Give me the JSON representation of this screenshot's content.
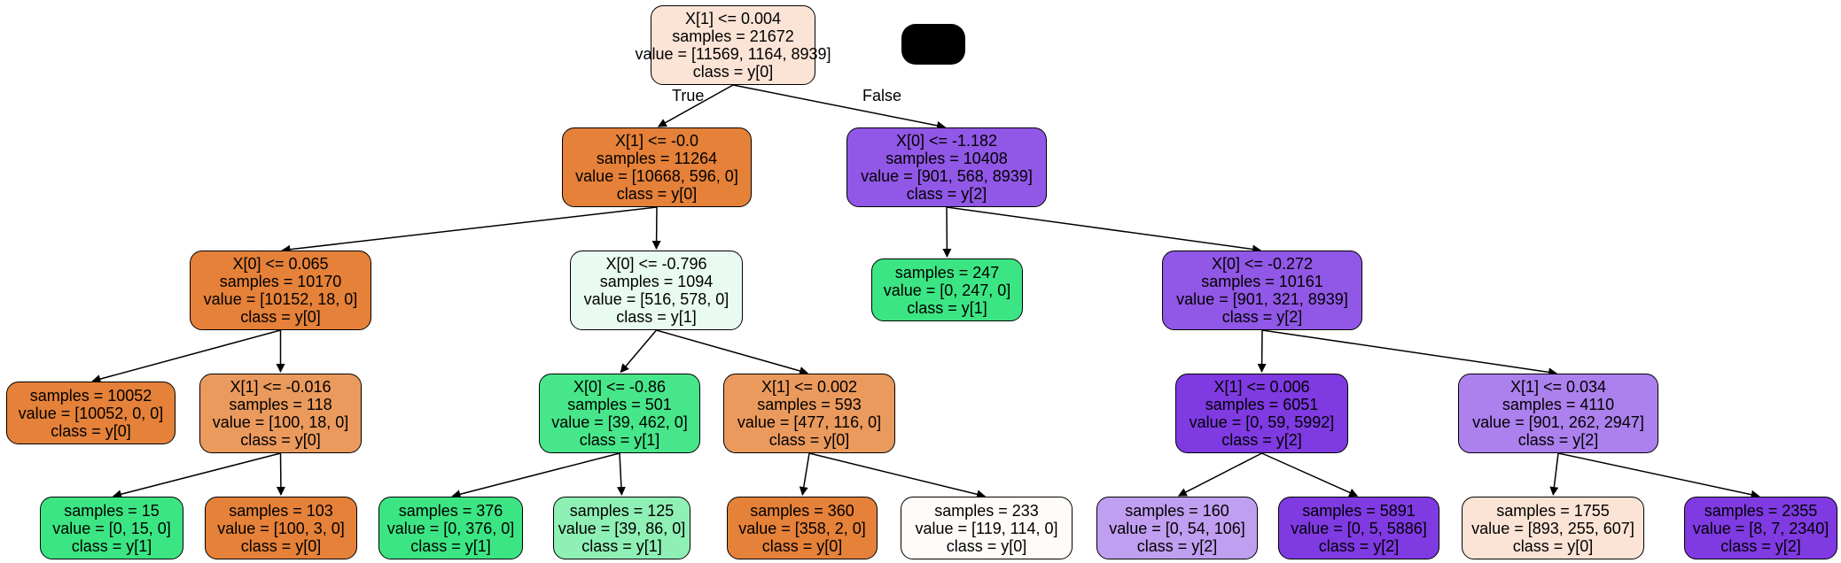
{
  "edge_labels": {
    "true_label": "True",
    "false_label": "False"
  },
  "colors": {
    "orange_strong": "#e58139",
    "orange_mid": "#eb9a5e",
    "orange_light": "#fbe4d5",
    "green_strong": "#3ce583",
    "green_mid": "#47e68a",
    "green_light": "#8ff0b5",
    "green_pale": "#e9fbf0",
    "purple_strong": "#7f3ae2",
    "purple_mid": "#9157e6",
    "purple_light": "#ac80ed",
    "purple_pale": "#c09ef0",
    "white_ish": "#fefbf9",
    "black_box": "#000000"
  },
  "nodes": [
    {
      "id": "n0",
      "lines": [
        "X[1] <= 0.004",
        "samples = 21672",
        "value = [11569, 1164, 8939]",
        "class = y[0]"
      ],
      "color": "#fbe4d5"
    },
    {
      "id": "n1",
      "lines": [
        "X[1] <= -0.0",
        "samples = 11264",
        "value = [10668, 596, 0]",
        "class = y[0]"
      ],
      "color": "#e58139"
    },
    {
      "id": "n2",
      "lines": [
        "X[0] <= -1.182",
        "samples = 10408",
        "value = [901, 568, 8939]",
        "class = y[2]"
      ],
      "color": "#9157e6"
    },
    {
      "id": "n3",
      "lines": [
        "X[0] <= 0.065",
        "samples = 10170",
        "value = [10152, 18, 0]",
        "class = y[0]"
      ],
      "color": "#e58139"
    },
    {
      "id": "n4",
      "lines": [
        "X[0] <= -0.796",
        "samples = 1094",
        "value = [516, 578, 0]",
        "class = y[1]"
      ],
      "color": "#e9fbf0"
    },
    {
      "id": "n5",
      "lines": [
        "samples = 247",
        "value = [0, 247, 0]",
        "class = y[1]"
      ],
      "color": "#3ce583"
    },
    {
      "id": "n6",
      "lines": [
        "X[0] <= -0.272",
        "samples = 10161",
        "value = [901, 321, 8939]",
        "class = y[2]"
      ],
      "color": "#9157e6"
    },
    {
      "id": "n7",
      "lines": [
        "samples = 10052",
        "value = [10052, 0, 0]",
        "class = y[0]"
      ],
      "color": "#e58139"
    },
    {
      "id": "n8",
      "lines": [
        "X[1] <= -0.016",
        "samples = 118",
        "value = [100, 18, 0]",
        "class = y[0]"
      ],
      "color": "#eb9a5e"
    },
    {
      "id": "n9",
      "lines": [
        "X[0] <= -0.86",
        "samples = 501",
        "value = [39, 462, 0]",
        "class = y[1]"
      ],
      "color": "#47e68a"
    },
    {
      "id": "n10",
      "lines": [
        "X[1] <= 0.002",
        "samples = 593",
        "value = [477, 116, 0]",
        "class = y[0]"
      ],
      "color": "#eb9a5e"
    },
    {
      "id": "n11",
      "lines": [
        "X[1] <= 0.006",
        "samples = 6051",
        "value = [0, 59, 5992]",
        "class = y[2]"
      ],
      "color": "#7f3ae2"
    },
    {
      "id": "n12",
      "lines": [
        "X[1] <= 0.034",
        "samples = 4110",
        "value = [901, 262, 2947]",
        "class = y[2]"
      ],
      "color": "#ac80ed"
    },
    {
      "id": "n13",
      "lines": [
        "samples = 15",
        "value = [0, 15, 0]",
        "class = y[1]"
      ],
      "color": "#3ce583"
    },
    {
      "id": "n14",
      "lines": [
        "samples = 103",
        "value = [100, 3, 0]",
        "class = y[0]"
      ],
      "color": "#e58139"
    },
    {
      "id": "n15",
      "lines": [
        "samples = 376",
        "value = [0, 376, 0]",
        "class = y[1]"
      ],
      "color": "#3ce583"
    },
    {
      "id": "n16",
      "lines": [
        "samples = 125",
        "value = [39, 86, 0]",
        "class = y[1]"
      ],
      "color": "#8ff0b5"
    },
    {
      "id": "n17",
      "lines": [
        "samples = 360",
        "value = [358, 2, 0]",
        "class = y[0]"
      ],
      "color": "#e58139"
    },
    {
      "id": "n18",
      "lines": [
        "samples = 233",
        "value = [119, 114, 0]",
        "class = y[0]"
      ],
      "color": "#fefbf9"
    },
    {
      "id": "n19",
      "lines": [
        "samples = 160",
        "value = [0, 54, 106]",
        "class = y[2]"
      ],
      "color": "#c09ef0"
    },
    {
      "id": "n20",
      "lines": [
        "samples = 5891",
        "value = [0, 5, 5886]",
        "class = y[2]"
      ],
      "color": "#7f3ae2"
    },
    {
      "id": "n21",
      "lines": [
        "samples = 1755",
        "value = [893, 255, 607]",
        "class = y[0]"
      ],
      "color": "#fbe4d5"
    },
    {
      "id": "n22",
      "lines": [
        "samples = 2355",
        "value = [8, 7, 2340]",
        "class = y[2]"
      ],
      "color": "#7f3ae2"
    }
  ]
}
